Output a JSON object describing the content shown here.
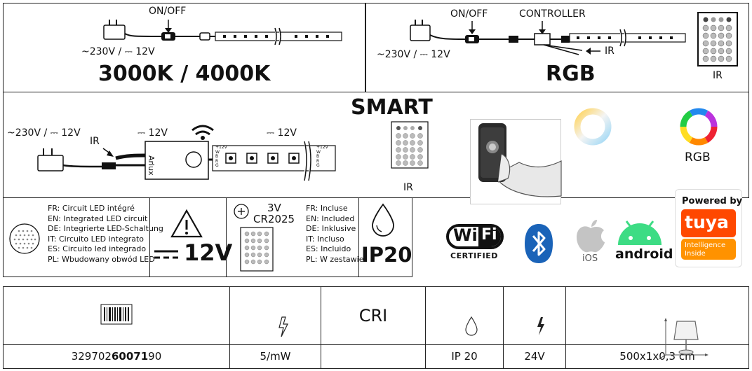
{
  "top_left": {
    "switch_label": "ON/OFF",
    "voltage_label": "~230V / ⎓ 12V",
    "title": "3000K / 4000K"
  },
  "top_right": {
    "switch_label": "ON/OFF",
    "controller_label": "CONTROLLER",
    "voltage_label": "~230V / ⎓ 12V",
    "ir_label": "IR",
    "remote_label": "IR",
    "title": "RGB"
  },
  "smart": {
    "title": "SMART",
    "voltage_label": "~230V / ⎓ 12V",
    "dc_left": "⎓ 12V",
    "dc_right": "⎓ 12V",
    "ir_label": "IR",
    "remote_label": "IR",
    "controller_brand": "Arlux",
    "rgb_label": "RGB",
    "strip_pins": [
      "+12V",
      "W",
      "B",
      "R",
      "G"
    ]
  },
  "features": {
    "led_circuit": [
      "FR: Circuit LED intégré",
      "EN: Integrated LED circuit",
      "DE: Integrierte LED-Schaltung",
      "IT: Circuito LED integrato",
      "ES: Circuito led integrado",
      "PL: Wbudowany obwód LED"
    ],
    "voltage_warning": "12V",
    "battery_volt": "3V",
    "battery_type": "CR2025",
    "included": [
      "FR: Incluse",
      "EN: Included",
      "DE: Inklusive",
      "IT: Incluso",
      "ES: Incluido",
      "PL: W zestawie"
    ],
    "ip_rating": "IP20"
  },
  "logos": {
    "wifi_main": "Wi",
    "wifi_fi": "Fi",
    "wifi_certified": "CERTIFIED",
    "ios": "iOS",
    "android": "android",
    "tuya_powered": "Powered by",
    "tuya_brand": "tuya",
    "tuya_sub1": "Intelligence",
    "tuya_sub2": "Inside"
  },
  "spec_table": {
    "header_cri": "CRI",
    "values": {
      "ean_prefix": "329702",
      "ean_bold": "60071",
      "ean_suffix": "90",
      "power": "5/mW",
      "cri": "",
      "ip": "IP 20",
      "voltage": "24V",
      "dimensions": "500x1x0,3 cm"
    }
  }
}
